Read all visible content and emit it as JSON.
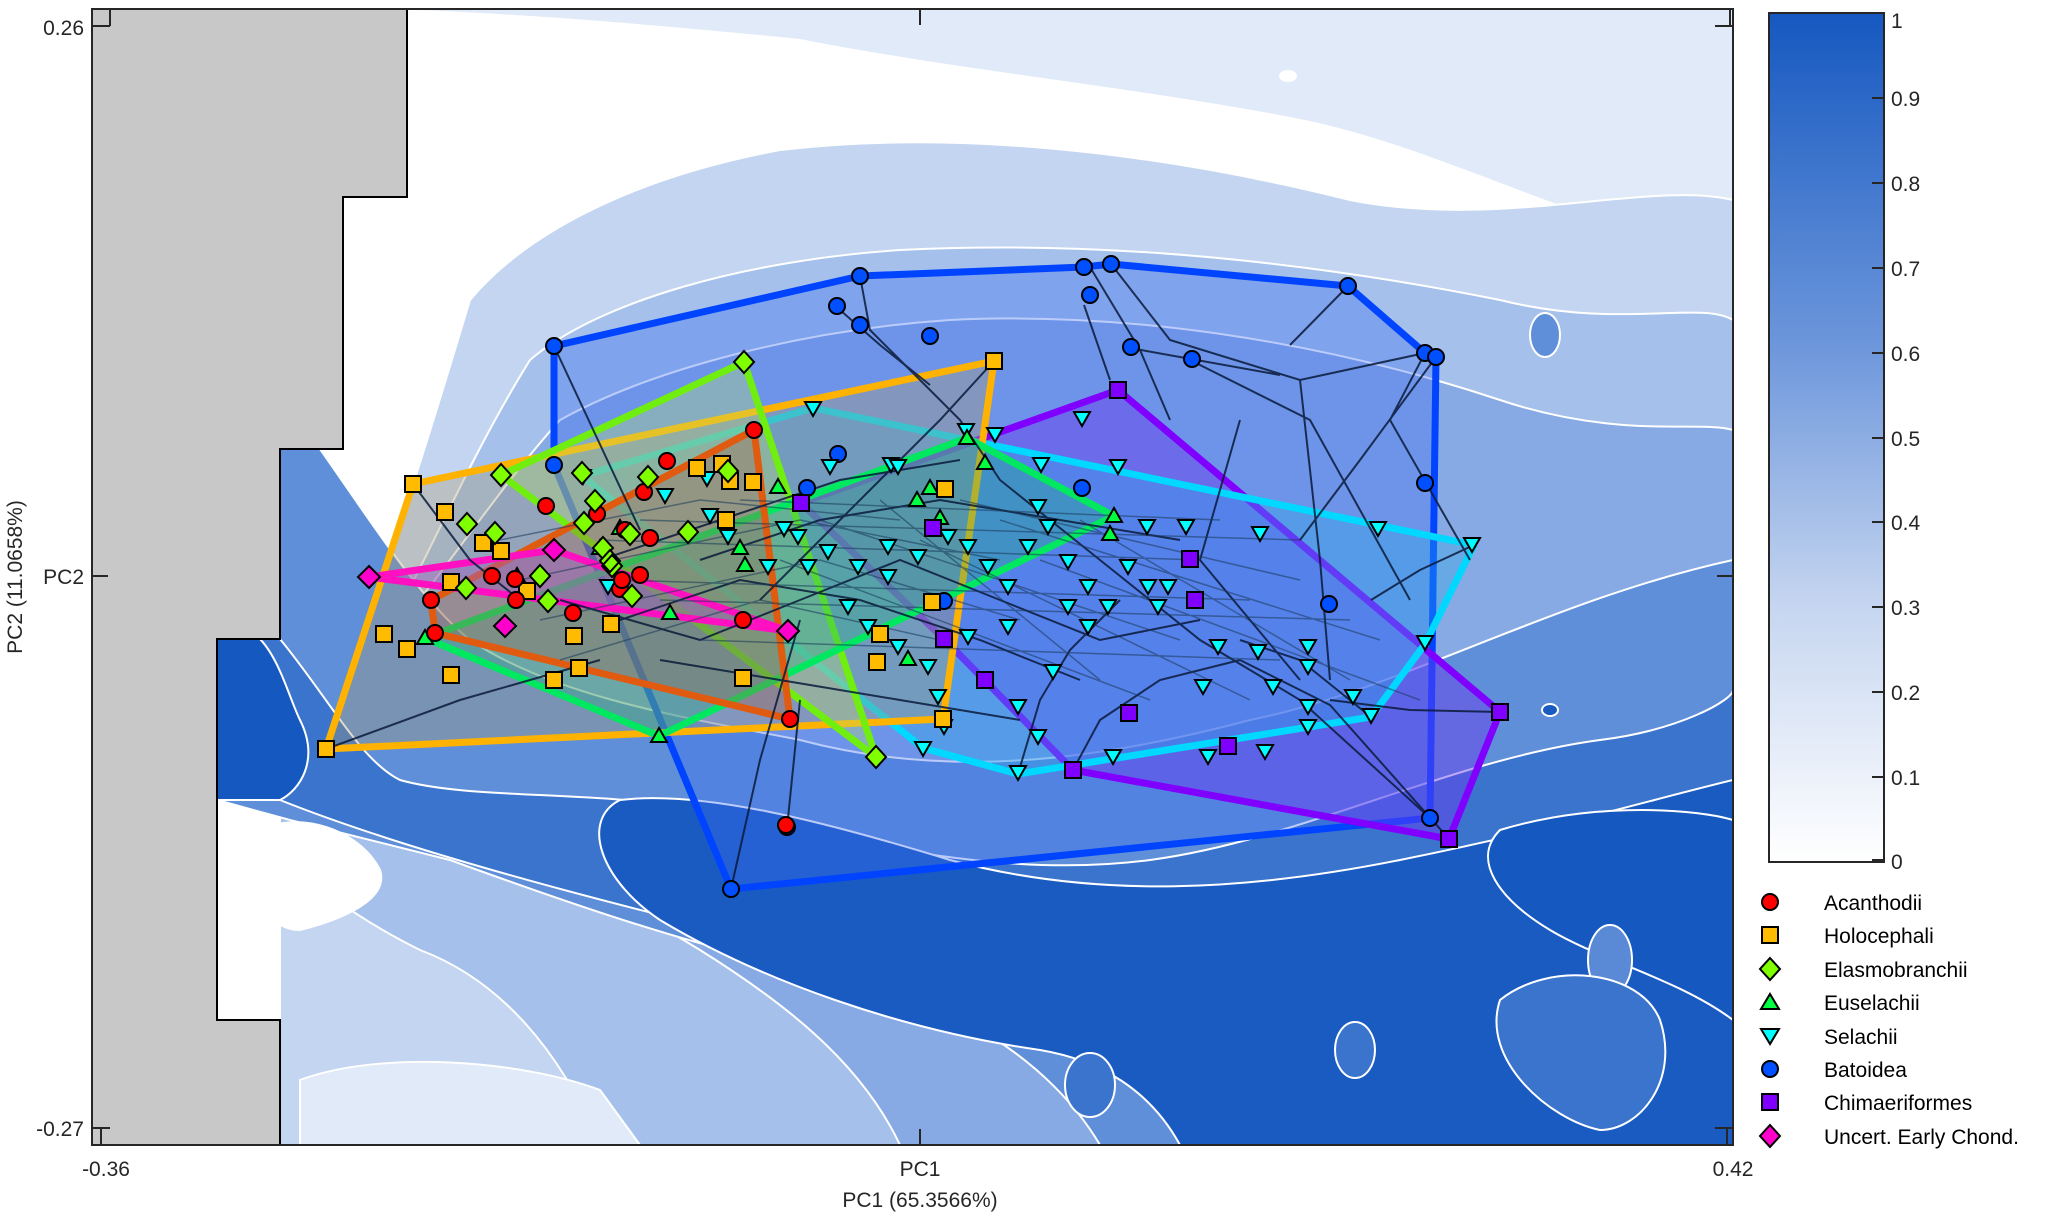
{
  "chart_data": {
    "type": "scatter",
    "title": "",
    "xlabel": "PC1 (65.3566%)",
    "ylabel": "PC2 (11.0658%)",
    "xlim": [
      -0.36,
      0.42
    ],
    "ylim": [
      -0.27,
      0.26
    ],
    "x_ticks": [
      "-0.36",
      "PC1",
      "0.42"
    ],
    "y_ticks": [
      "0.26",
      "PC2",
      "-0.27"
    ],
    "grid": false,
    "background": "phylomorphospace density contour (filled, white contour lines) with grey masked region on left",
    "colorbar": {
      "min": 0,
      "max": 1,
      "ticks": [
        "0",
        "0.1",
        "0.2",
        "0.3",
        "0.4",
        "0.5",
        "0.6",
        "0.7",
        "0.8",
        "0.9",
        "1"
      ],
      "colors": [
        "#ffffff",
        "#1558c0"
      ]
    },
    "legend_position": "right, below colorbar",
    "series": [
      {
        "name": "Acanthodii",
        "marker": "circle",
        "color": "#ff0000",
        "hull_color": "#e05a10"
      },
      {
        "name": "Holocephali",
        "marker": "square",
        "color": "#ffbb00",
        "hull_color": "#ffb300"
      },
      {
        "name": "Elasmobranchii",
        "marker": "diamond",
        "color": "#80ff00",
        "hull_color": "#70ee10"
      },
      {
        "name": "Euselachii",
        "marker": "triangle-up",
        "color": "#00ff40",
        "hull_color": "#00e860"
      },
      {
        "name": "Selachii",
        "marker": "triangle-down",
        "color": "#00ffff",
        "hull_color": "#00d8ff"
      },
      {
        "name": "Batoidea",
        "marker": "circle",
        "color": "#0050ff",
        "hull_color": "#0044ff"
      },
      {
        "name": "Chimaeriformes",
        "marker": "square",
        "color": "#8000ff",
        "hull_color": "#8000ff"
      },
      {
        "name": "Uncert. Early Chond.",
        "marker": "diamond",
        "color": "#ff00cc",
        "hull_color": "#ff10c0"
      }
    ]
  },
  "axes": {
    "x_tick_left": "-0.36",
    "x_tick_mid": "PC1",
    "x_tick_right": "0.42",
    "y_tick_top": "0.26",
    "y_tick_mid": "PC2",
    "y_tick_bottom": "-0.27",
    "xlabel": "PC1 (65.3566%)",
    "ylabel": "PC2 (11.0658%)"
  },
  "colorbar": {
    "ticks": [
      "1",
      "0.9",
      "0.8",
      "0.7",
      "0.6",
      "0.5",
      "0.4",
      "0.3",
      "0.2",
      "0.1",
      "0"
    ]
  },
  "legend": {
    "items": [
      {
        "label": "Acanthodii"
      },
      {
        "label": "Holocephali"
      },
      {
        "label": "Elasmobranchii"
      },
      {
        "label": "Euselachii"
      },
      {
        "label": "Selachii"
      },
      {
        "label": "Batoidea"
      },
      {
        "label": "Chimaeriformes"
      },
      {
        "label": "Uncert. Early Chond."
      }
    ]
  }
}
